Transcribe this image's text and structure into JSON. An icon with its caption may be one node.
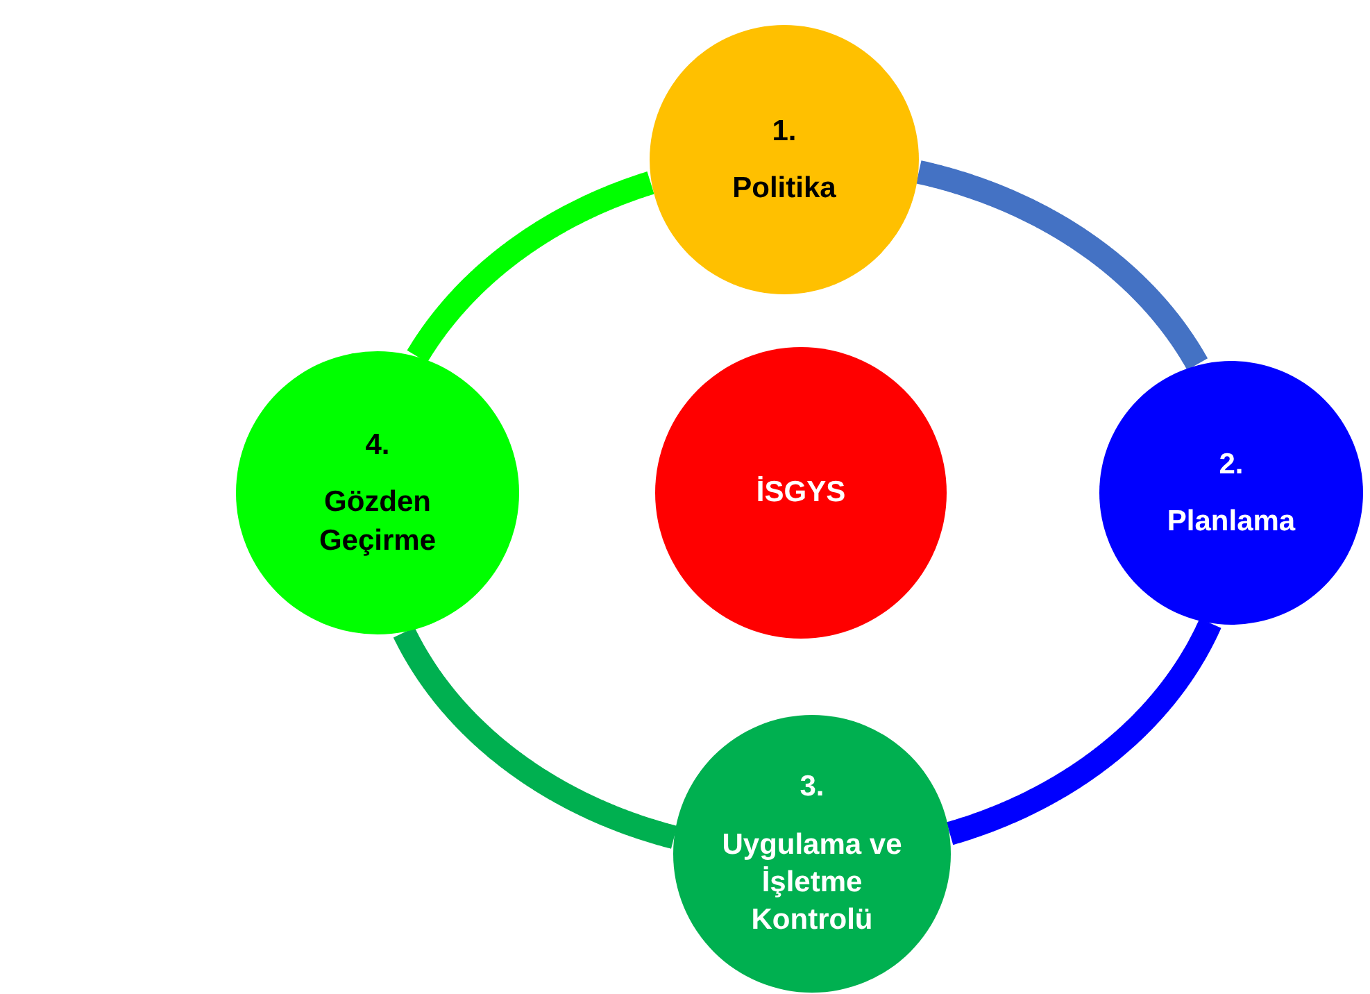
{
  "diagram": {
    "nodes": [
      {
        "text": [
          "1.",
          "Politika"
        ]
      },
      {
        "text": [
          "2.",
          "Planlama"
        ]
      },
      {
        "text": [
          "3.",
          "Uygulama ve İşletme Kontrolü"
        ]
      },
      {
        "text": [
          "4.",
          "Gözden Geçirme"
        ]
      },
      {
        "text": [
          "İSGYS"
        ]
      }
    ],
    "edges": [
      {
        "from": 0,
        "to": 1,
        "arrow": "none",
        "color": "#4472c4"
      },
      {
        "from": 1,
        "to": 2,
        "arrow": "none",
        "color": "#0000ff"
      },
      {
        "from": 2,
        "to": 3,
        "arrow": "none",
        "color": "#00b050"
      },
      {
        "from": 3,
        "to": 0,
        "arrow": "none",
        "color": "#00ff00"
      }
    ]
  }
}
